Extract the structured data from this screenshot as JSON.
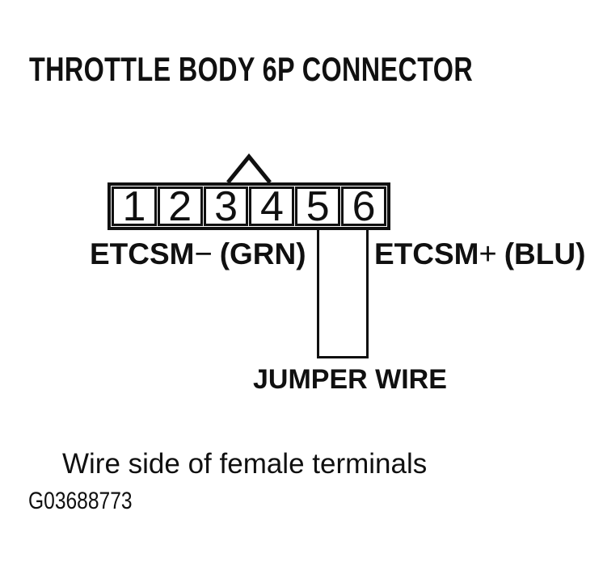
{
  "title": "THROTTLE BODY 6P CONNECTOR",
  "connector": {
    "pins": [
      "1",
      "2",
      "3",
      "4",
      "5",
      "6"
    ]
  },
  "labels": {
    "left_signal": "ETCSM",
    "left_sign": "−",
    "left_wire": "(GRN)",
    "right_signal": "ETCSM",
    "right_sign": "+",
    "right_wire": "(BLU)",
    "jumper": "JUMPER WIRE"
  },
  "footer": {
    "caption": "Wire side of female terminals",
    "figure_id": "G03688773"
  },
  "colors": {
    "ink": "#101010",
    "paper": "#ffffff"
  }
}
